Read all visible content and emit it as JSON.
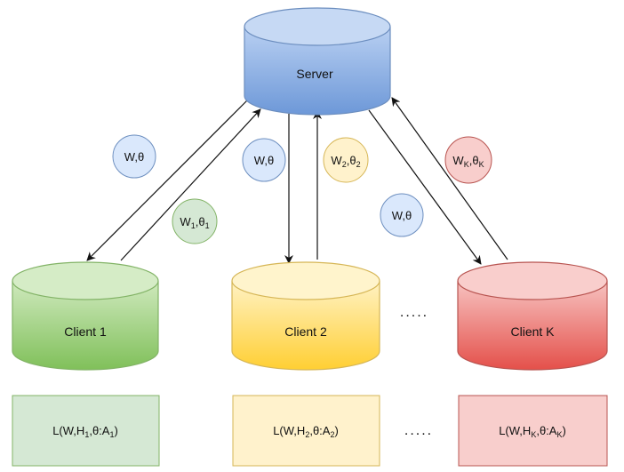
{
  "colors": {
    "server_fill": "#7ea6e0",
    "server_top": "#b5cdf0",
    "server_stroke": "#6c8ebf",
    "c1_fill": "#97d077",
    "c1_top": "#cbe8b8",
    "c1_stroke": "#82b366",
    "c2_fill": "#ffd966",
    "c2_top": "#fff0b8",
    "c2_stroke": "#d6b656",
    "ck_fill": "#ea6b66",
    "ck_top": "#f6b8b5",
    "ck_stroke": "#b85450",
    "blue_bubble": "#dae8fc",
    "green_bubble": "#d5e8d4",
    "yellow_bubble": "#fff2cc",
    "red_bubble": "#f8cecc",
    "edge": "#111111"
  },
  "nodes": {
    "server": {
      "label": "Server"
    },
    "client1": {
      "label": "Client 1"
    },
    "client2": {
      "label": "Client 2"
    },
    "clientk": {
      "label": "Client K"
    }
  },
  "bubbles": {
    "b1": {
      "label": "W,θ"
    },
    "b2": {
      "label": "W,θ"
    },
    "b3": {
      "label": "W,θ"
    },
    "w1": {
      "main": "W",
      "sub1": "1",
      "mid": ",θ",
      "sub2": "1"
    },
    "w2": {
      "main": "W",
      "sub1": "2",
      "mid": ",θ",
      "sub2": "2"
    },
    "wk": {
      "main": "W",
      "sub1": "K",
      "mid": ",θ",
      "sub2": "K"
    }
  },
  "loss_boxes": {
    "l1": {
      "pre": "L(W,H",
      "s1": "1",
      "mid": ",θ:A",
      "s2": "1",
      "post": ")"
    },
    "l2": {
      "pre": "L(W,H",
      "s1": "2",
      "mid": ",θ:A",
      "s2": "2",
      "post": ")"
    },
    "lk": {
      "pre": "L(W,H",
      "s1": "K",
      "mid": ",θ:A",
      "s2": "K",
      "post": ")"
    }
  },
  "ellipsis": {
    "middle": ".....",
    "bottom": "....."
  }
}
